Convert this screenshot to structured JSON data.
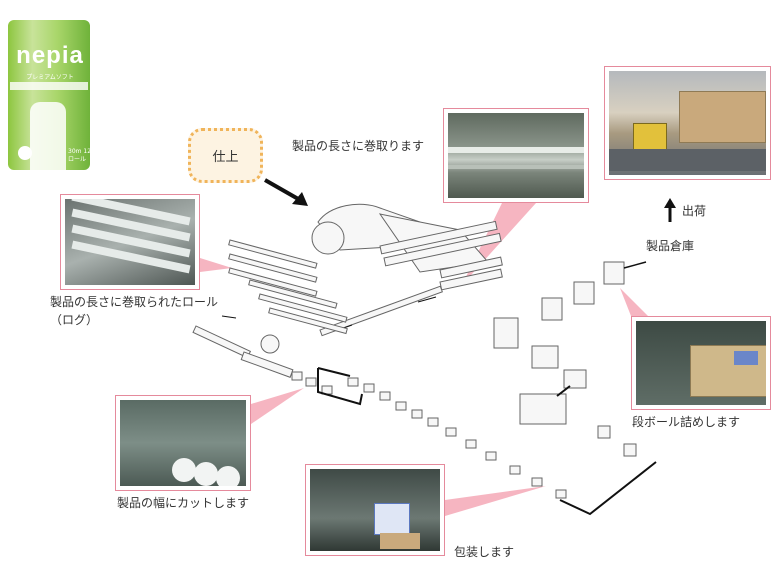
{
  "product": {
    "brand": "nepia",
    "subtitle": "プレミアムソフト",
    "roll_count": "30m 12ロール"
  },
  "badge": {
    "finish_label": "仕上"
  },
  "labels": {
    "winding": "製品の長さに巻取ります",
    "log_line1": "製品の長さに巻取られたロール",
    "log_line2": "（ログ）",
    "cutting": "製品の幅にカットします",
    "packing": "包装します",
    "boxing": "段ボール詰めします",
    "warehouse": "製品倉庫",
    "shipping": "出荷"
  },
  "colors": {
    "accent_pink": "#e58a9c",
    "badge_border": "#f0b45a",
    "brand_green": "#3a8f2f"
  }
}
